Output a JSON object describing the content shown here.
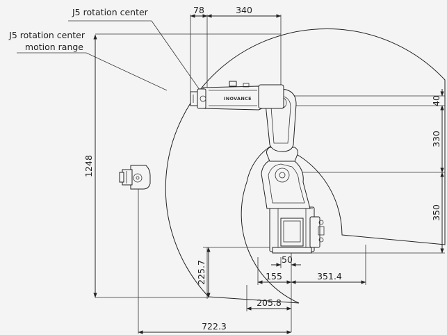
{
  "callouts": {
    "j5_center": "J5 rotation center",
    "j5_range_line1": "J5 rotation center",
    "j5_range_line2": "motion range"
  },
  "brand": "INOVANCE",
  "dimensions": {
    "top_78": "78",
    "top_340": "340",
    "right_40": "40",
    "right_330": "330",
    "right_350": "350",
    "left_1248": "1248",
    "left_225_7": "225.7",
    "bottom_50": "50",
    "bottom_155": "155",
    "bottom_351_4": "351.4",
    "bottom_205_8": "205.8",
    "bottom_722_3": "722.3"
  }
}
